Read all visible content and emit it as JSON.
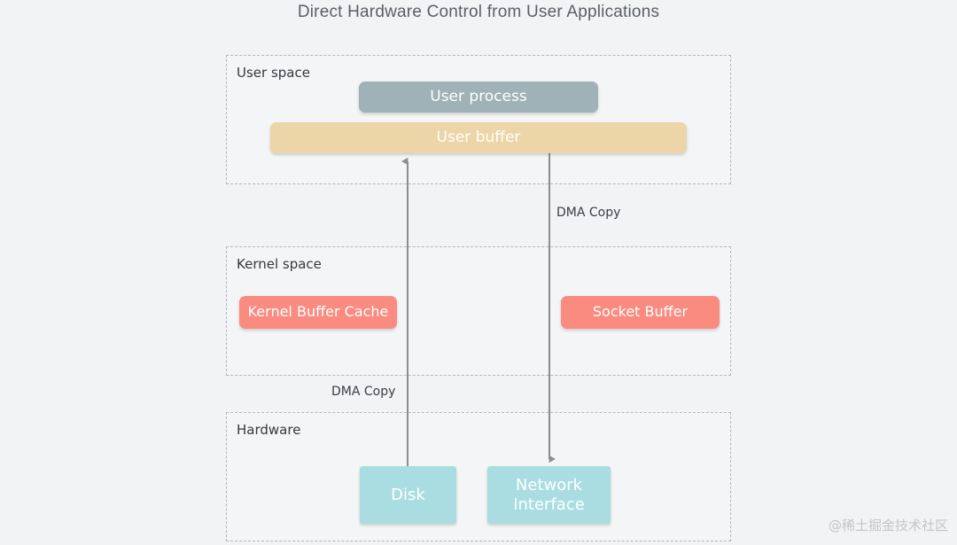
{
  "title": "Direct Hardware Control from User Applications",
  "zones": [
    {
      "id": "user-space",
      "label": "User space"
    },
    {
      "id": "kernel-space",
      "label": "Kernel space"
    },
    {
      "id": "hardware",
      "label": "Hardware"
    }
  ],
  "blocks": {
    "user_process": {
      "label": "User process",
      "color": "#9fb2b8"
    },
    "user_buffer": {
      "label": "User buffer",
      "color": "#ecd5a7"
    },
    "kernel_buffer_cache": {
      "label": "Kernel Buffer Cache",
      "color": "#f98b80"
    },
    "socket_buffer": {
      "label": "Socket Buffer",
      "color": "#f98b80"
    },
    "disk": {
      "label": "Disk",
      "color": "#aadde2"
    },
    "network_interface": {
      "label": "Network\nInterface",
      "line1": "Network",
      "line2": "Interface",
      "color": "#aadde2"
    }
  },
  "arrows": [
    {
      "id": "disk-to-user-buffer",
      "label": "DMA Copy",
      "direction": "up",
      "from": "disk",
      "to": "user-buffer"
    },
    {
      "id": "user-buffer-to-network-interface",
      "label": "DMA Copy",
      "direction": "down",
      "from": "user-buffer",
      "to": "network-interface"
    }
  ],
  "labels": {
    "dma_copy_top": "DMA Copy",
    "dma_copy_bottom": "DMA Copy"
  },
  "watermark": "@稀土掘金技术社区",
  "colors": {
    "background": "#f2f3f5",
    "zone_border": "#b3b6bb",
    "arrow": "#8a8d91",
    "title_text": "#5b5f66"
  }
}
